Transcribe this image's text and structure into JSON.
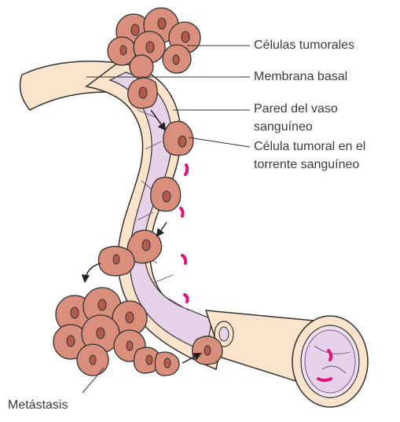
{
  "labels": {
    "tumor_cells": "Células tumorales",
    "basement_membrane": "Membrana basal",
    "vessel_wall_line1": "Pared del vaso",
    "vessel_wall_line2": "sanguíneo",
    "bloodstream_cell_line1": "Célula tumoral en el",
    "bloodstream_cell_line2": "torrente sanguíneo",
    "metastasis": "Metástasis"
  },
  "colors": {
    "vessel_outer": "#fbe3cc",
    "vessel_lumen": "#e6d3ea",
    "cell_fill": "#d98f7b",
    "nucleus_fill": "#b55b4c",
    "red_cells": "#e0147a",
    "outline": "#333333"
  }
}
